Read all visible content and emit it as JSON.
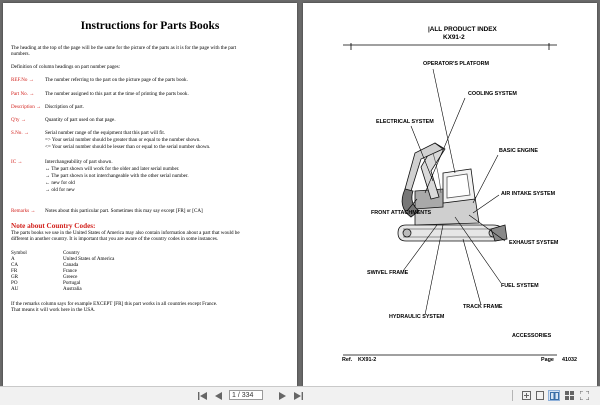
{
  "left": {
    "title": "Instructions for Parts Books",
    "intro_1": "The heading at the top of the page will be the same for the picture of the parts as it is for the page with the part",
    "intro_2": "numbers.",
    "definition": "Definition of column headings on part number pages:",
    "ref_label": "REF.No →",
    "ref_text": "The number referring to the part on the picture page of the parts book.",
    "part_label": "Part No. →",
    "part_text": "The number assigned to this part at the time of printing the parts book.",
    "desc_label": "Description →",
    "desc_text": "Discription of part.",
    "qty_label": "Q'ty →",
    "qty_text": "Quantity of part used on that page.",
    "sno_label": "S.No. →",
    "sno_text_1": "Serial number range of the equipment that this part will fit.",
    "sno_text_2": "=> Your serial number should be greater than or equal to the number shown.",
    "sno_text_3": "<= Your serial number should be lesser than or equal to the serial number shown.",
    "ic_label": "IC →",
    "ic_text_1": "Interchangeability of part shown.",
    "ic_text_2": "↔ The part shown will work for the older and later serial number.",
    "ic_text_3": "→ The part shown is not interchangeable with the other serial number.",
    "ic_text_4": "← new for old",
    "ic_text_5": "→ old for new",
    "remarks_label": "Remarks →",
    "remarks_text": "Notes about this particular part. Sometimes this may say except [FR] or [CA]",
    "country_heading": "Note about Country Codes:",
    "country_p1": "The parts books we use in the United States of America may also contain information about a part that would be",
    "country_p2": "different in another country. It is important that you are aware of the country codes in some instances.",
    "symbol_header": "Symbol",
    "country_header": "Country",
    "codes": [
      {
        "symbol": "A",
        "country": "United States of America"
      },
      {
        "symbol": "CA",
        "country": "Canada"
      },
      {
        "symbol": "FR",
        "country": "France"
      },
      {
        "symbol": "GR",
        "country": "Greece"
      },
      {
        "symbol": "PO",
        "country": "Portugal"
      },
      {
        "symbol": "AU",
        "country": "Australia"
      }
    ],
    "footer_1": "If the remarks column says for example EXCEPT [FR] this part works in all countries except France.",
    "footer_2": "That means it will work here in the USA."
  },
  "right": {
    "header_1": "|ALL PRODUCT INDEX",
    "header_2": "KX91-2",
    "labels": {
      "operators_platform": "OPERATOR'S PLATFORM",
      "cooling_system": "COOLING SYSTEM",
      "electrical_system": "ELECTRICAL SYSTEM",
      "basic_engine": "BASIC ENGINE",
      "air_intake_system": "AIR INTAKE SYSTEM",
      "front_attachments": "FRONT ATTACHMENTS",
      "exhaust_system": "EXHAUST SYSTEM",
      "swivel_frame": "SWIVEL FRAME",
      "fuel_system": "FUEL SYSTEM",
      "track_frame": "TRACK FRAME",
      "hydraulic_system": "HYDRAULIC SYSTEM",
      "accessories": "ACCESSORIES"
    },
    "footer_ref": "Ref.",
    "footer_model": "KX91-2",
    "footer_page": "Page",
    "footer_number": "41032"
  },
  "toolbar": {
    "page_value": "1 / 334",
    "page_total": "",
    "icons": [
      "skip-back-icon",
      "prev-page-icon",
      "next-page-icon",
      "skip-forward-icon",
      "fit-page-icon",
      "single-page-icon",
      "two-page-icon",
      "grid-icon",
      "fullscreen-icon"
    ]
  }
}
